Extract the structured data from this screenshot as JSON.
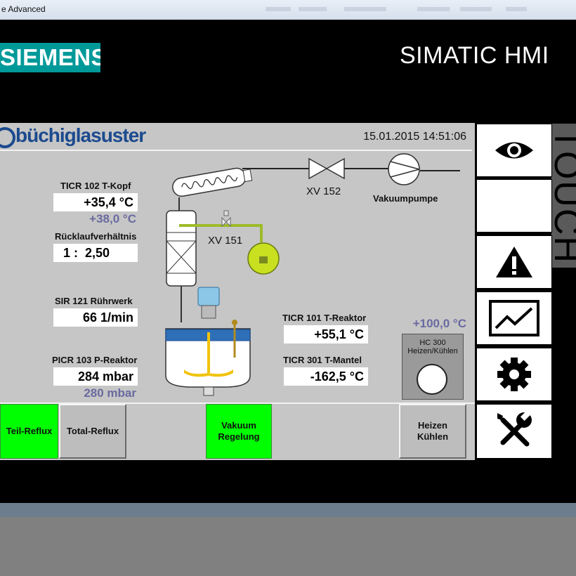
{
  "window": {
    "title": "e Advanced"
  },
  "brand": {
    "siemens": "SIEMENS",
    "product": "SIMATIC HMI",
    "touch": "TOUCH"
  },
  "header": {
    "company": "büchiglasuster",
    "datetime": "15.01.2015 14:51:06"
  },
  "process": {
    "ticr102": {
      "label": "TICR 102 T-Kopf",
      "value": "+35,4 °C",
      "setpoint": "+38,0 °C"
    },
    "reflux": {
      "label": "Rücklaufverhältnis",
      "value": "1 :  2,50"
    },
    "sir121": {
      "label": "SIR 121 Rührwerk",
      "value": "66 1/min"
    },
    "picr103": {
      "label": "PICR 103 P-Reaktor",
      "value": "284 mbar",
      "setpoint": "280 mbar"
    },
    "ticr101": {
      "label": "TICR 101 T-Reaktor",
      "value": "+55,1 °C"
    },
    "ticr301": {
      "label": "TICR 301 T-Mantel",
      "value": "-162,5 °C"
    },
    "hc300": {
      "setpoint": "+100,0 °C",
      "label_line1": "HC 300",
      "label_line2": "Heizen/Kühlen"
    },
    "xv152": "XV 152",
    "xv151": "XV 151",
    "pump": "Vakuumpumpe"
  },
  "buttons": {
    "teil_reflux": "Teil-Reflux",
    "total_reflux": "Total-Reflux",
    "vakuum_1": "Vakuum",
    "vakuum_2": "Regelung",
    "heizen_1": "Heizen",
    "heizen_2": "Kühlen"
  },
  "sidebar": [
    "eye-icon",
    "blank",
    "warning-icon",
    "trend-icon",
    "gear-icon",
    "tools-icon"
  ],
  "colors": {
    "active_button": "#00ff00",
    "siemens_teal": "#009999",
    "setpoint": "#6a6aa0",
    "panel": "#c6c6c6"
  }
}
